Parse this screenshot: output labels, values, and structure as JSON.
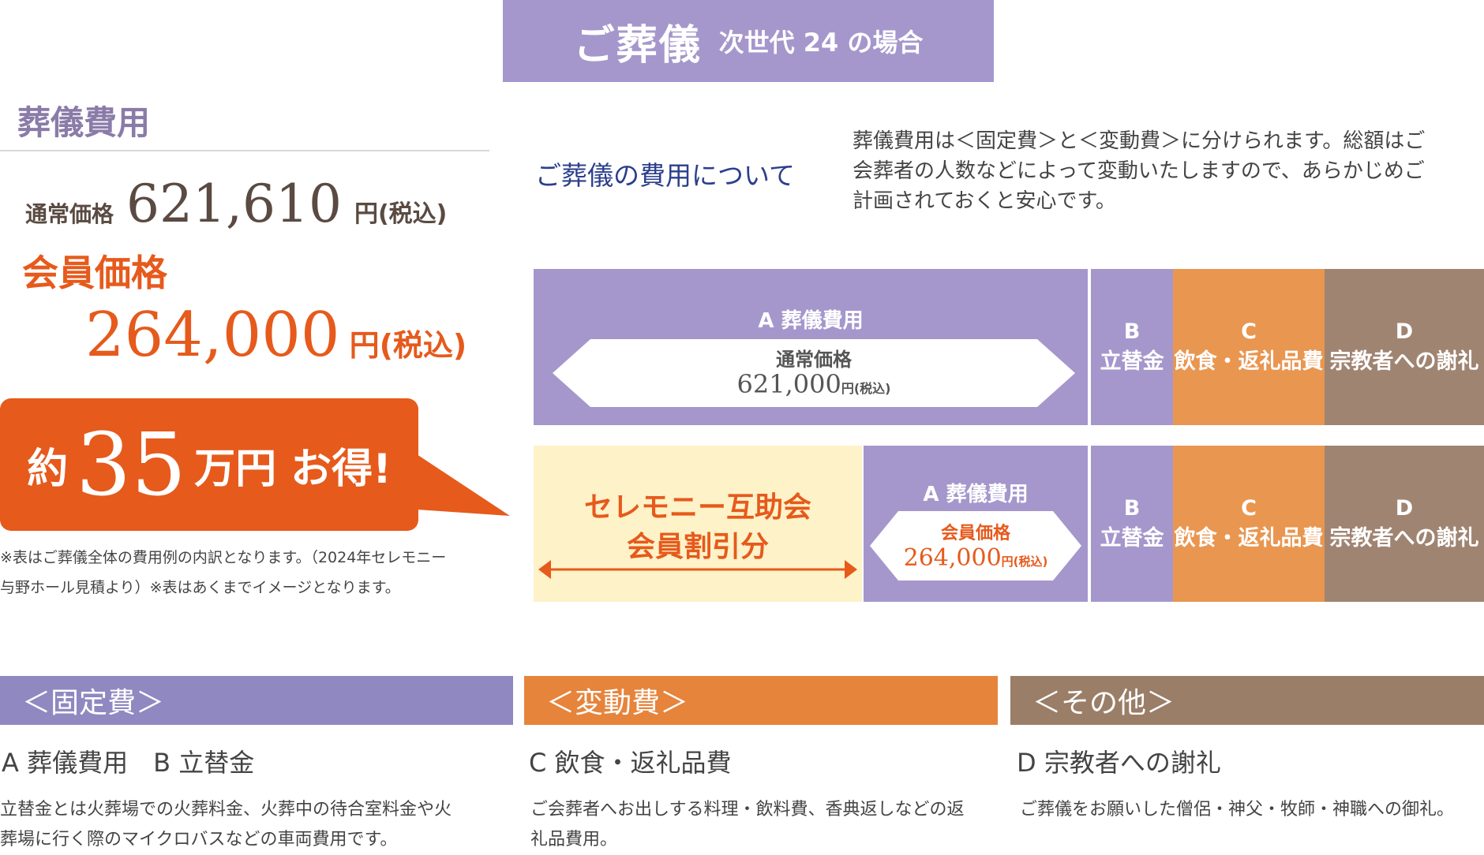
{
  "header": {
    "title_main": "ご葬儀",
    "title_sub": "次世代 24 の場合"
  },
  "fee_section": {
    "heading": "葬儀費用",
    "normal_price": {
      "label": "通常価格",
      "amount": "621,610",
      "unit": "円(税込)"
    },
    "member_price": {
      "label": "会員価格",
      "amount": "264,000",
      "unit": "円(税込)"
    },
    "savings": {
      "prefix": "約",
      "amount": "35",
      "suffix": "万円 お得!"
    },
    "note_line1": "※表はご葬儀全体の費用例の内訳となります。（2024年セレモニー",
    "note_line2": "与野ホール見積より）※表はあくまでイメージとなります。"
  },
  "about": {
    "heading": "ご葬儀の費用について",
    "body_line1": "葬儀費用は＜固定費＞と＜変動費＞に分けられます。総額はご",
    "body_line2": "会葬者の人数などによって変動いたしますので、あらかじめご",
    "body_line3": "計画されておくと安心です。"
  },
  "breakdown": {
    "row1": {
      "a_title": "A 葬儀費用",
      "a_price_label": "通常価格",
      "a_price": "621,000",
      "a_price_unit": "円(税込)"
    },
    "row2": {
      "discount_line1": "セレモニー互助会",
      "discount_line2": "会員割引分",
      "a_title": "A 葬儀費用",
      "a_price_label": "会員価格",
      "a_price": "264,000",
      "a_price_unit": "円(税込)"
    },
    "b": {
      "letter": "B",
      "name": "立替金"
    },
    "c": {
      "letter": "C",
      "name": "飲食・返礼品費"
    },
    "d": {
      "letter": "D",
      "name": "宗教者への謝礼"
    }
  },
  "categories": [
    {
      "bar": "＜固定費＞",
      "title": "A 葬儀費用　B 立替金",
      "line1": "立替金とは火葬場での火葬料金、火葬中の待合室料金や火",
      "line2": "葬場に行く際のマイクロバスなどの車両費用です。"
    },
    {
      "bar": "＜変動費＞",
      "title": "C 飲食・返礼品費",
      "line1": "ご会葬者へお出しする料理・飲料費、香典返しなどの返",
      "line2": "礼品費用。"
    },
    {
      "bar": "＜その他＞",
      "title": "D 宗教者への謝礼",
      "line1": "ご葬儀をお願いした僧侶・神父・牧師・神職への御礼。",
      "line2": ""
    }
  ],
  "colors": {
    "purple": "#a597cc",
    "orange": "#e65a1c",
    "light_orange": "#e99650",
    "brown": "#a08472",
    "cream": "#fdf2c8",
    "navy": "#2c3f8c"
  }
}
